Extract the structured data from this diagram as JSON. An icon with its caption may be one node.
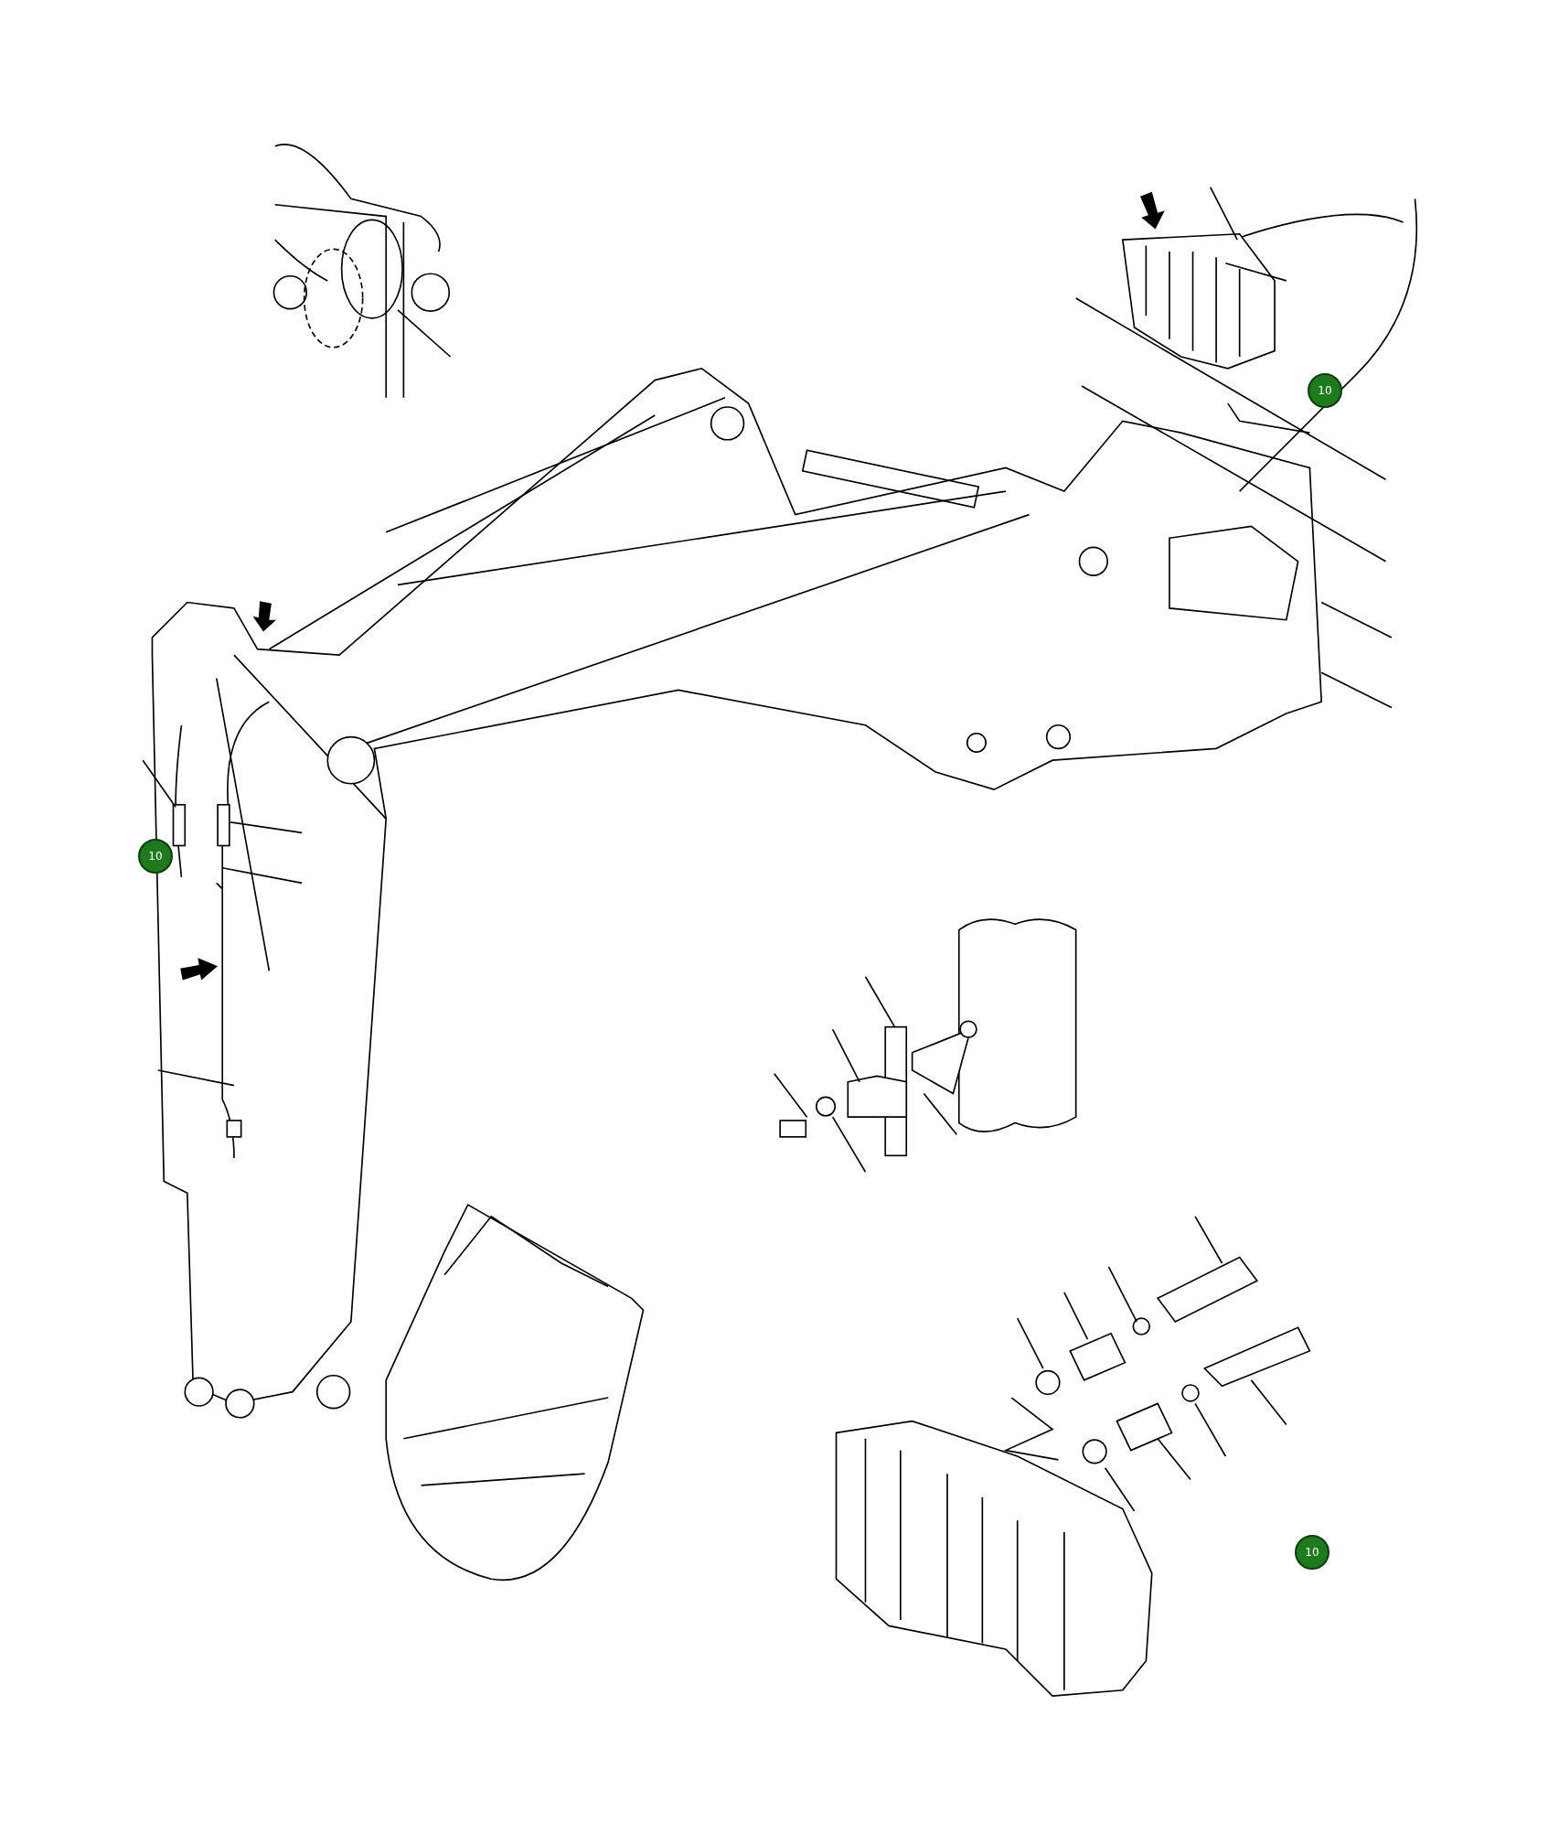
{
  "diagram": {
    "nodes": [
      {
        "text": [
          "10"
        ]
      },
      {
        "text": [
          "10"
        ]
      },
      {
        "text": [
          "10"
        ]
      }
    ]
  }
}
